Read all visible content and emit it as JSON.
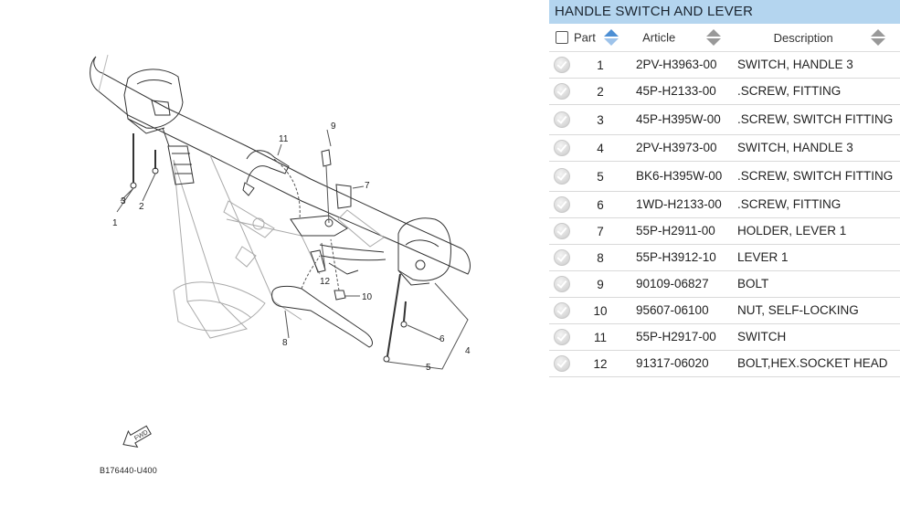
{
  "diagram": {
    "code": "B176440-U400",
    "fwd_label": "FWD",
    "callouts": [
      "1",
      "2",
      "3",
      "4",
      "5",
      "6",
      "7",
      "8",
      "9",
      "10",
      "11",
      "12"
    ]
  },
  "panel": {
    "title": "HANDLE SWITCH AND LEVER",
    "header_color": "#b4d5ef",
    "columns": {
      "part": "Part",
      "article": "Article",
      "description": "Description"
    }
  },
  "rows": [
    {
      "part": "1",
      "article": "2PV-H3963-00",
      "description": "SWITCH, HANDLE 3"
    },
    {
      "part": "2",
      "article": "45P-H2133-00",
      "description": ".SCREW, FITTING"
    },
    {
      "part": "3",
      "article": "45P-H395W-00",
      "description": ".SCREW, SWITCH FITTING"
    },
    {
      "part": "4",
      "article": "2PV-H3973-00",
      "description": "SWITCH, HANDLE 3"
    },
    {
      "part": "5",
      "article": "BK6-H395W-00",
      "description": ".SCREW, SWITCH FITTING"
    },
    {
      "part": "6",
      "article": "1WD-H2133-00",
      "description": ".SCREW, FITTING"
    },
    {
      "part": "7",
      "article": "55P-H2911-00",
      "description": "HOLDER, LEVER 1"
    },
    {
      "part": "8",
      "article": "55P-H3912-10",
      "description": "LEVER 1"
    },
    {
      "part": "9",
      "article": "90109-06827",
      "description": "BOLT"
    },
    {
      "part": "10",
      "article": "95607-06100",
      "description": "NUT, SELF-LOCKING"
    },
    {
      "part": "11",
      "article": "55P-H2917-00",
      "description": "SWITCH"
    },
    {
      "part": "12",
      "article": "91317-06020",
      "description": "BOLT,HEX.SOCKET HEAD"
    }
  ]
}
